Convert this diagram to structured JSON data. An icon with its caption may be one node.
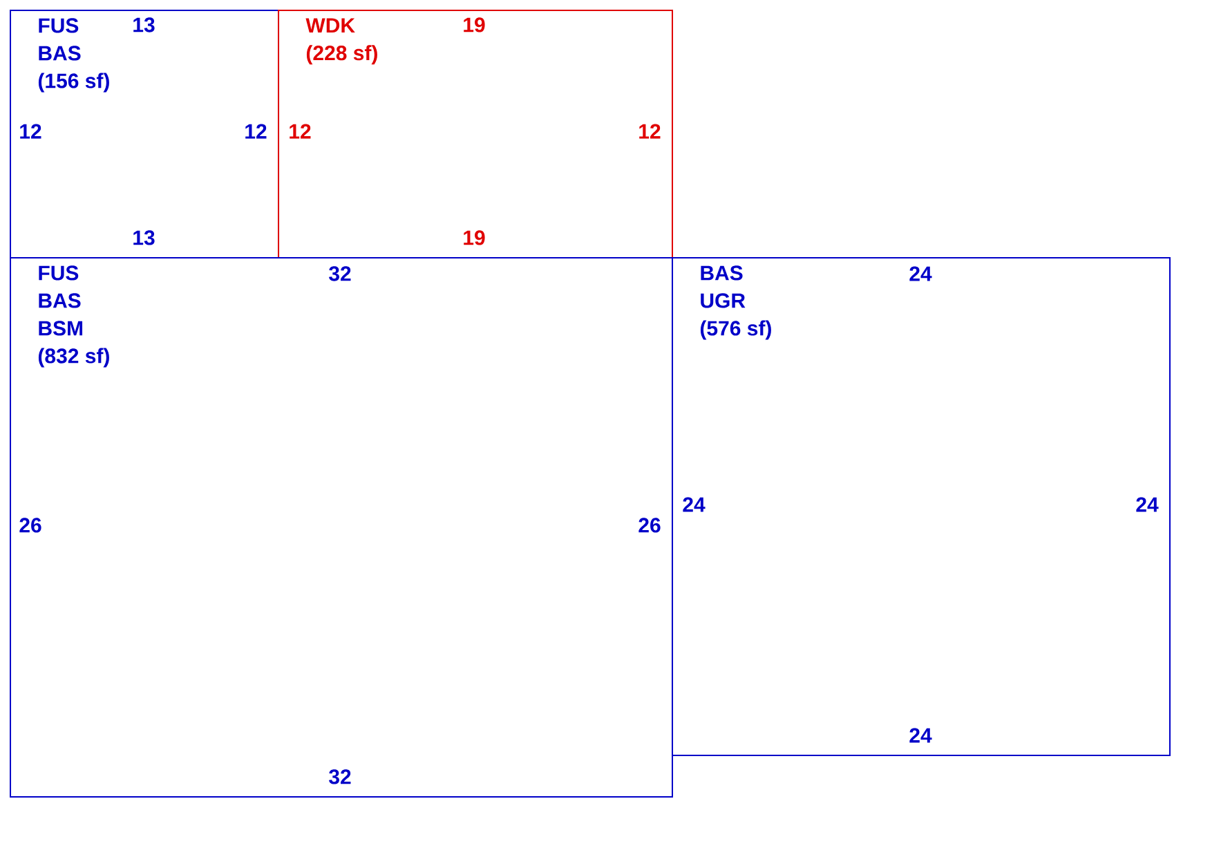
{
  "diagram": {
    "nodes": [
      {
        "text": [
          "FUS",
          "BAS",
          "(156 sf)"
        ]
      },
      {
        "text": [
          "WDK",
          "(228 sf)"
        ]
      },
      {
        "text": [
          "FUS",
          "BAS",
          "BSM",
          "(832 sf)"
        ]
      },
      {
        "text": [
          "BAS",
          "UGR",
          "(576 sf)"
        ]
      }
    ],
    "labels": [
      "13",
      "19",
      "12",
      "12",
      "12",
      "12",
      "13",
      "19",
      "32",
      "24",
      "24",
      "24",
      "26",
      "26",
      "24",
      "32"
    ]
  }
}
